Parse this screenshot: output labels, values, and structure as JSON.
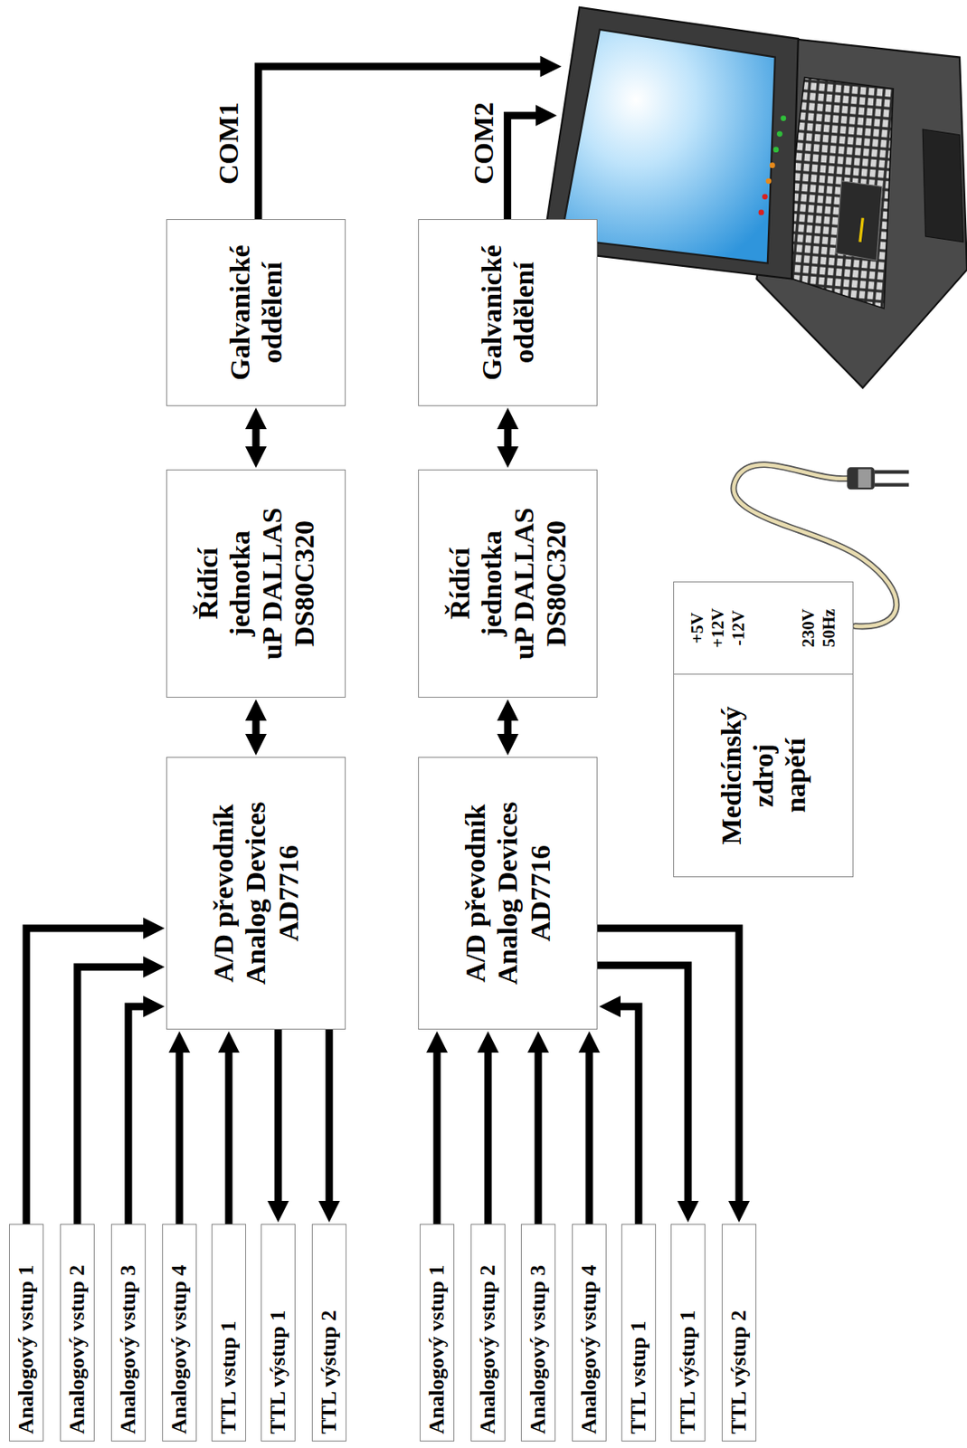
{
  "diagram": {
    "nodes": [
      {
        "text": [
          "Analogový vstup 1"
        ]
      },
      {
        "text": [
          "Analogový vstup 2"
        ]
      },
      {
        "text": [
          "Analogový vstup 3"
        ]
      },
      {
        "text": [
          "Analogový vstup 4"
        ]
      },
      {
        "text": [
          "TTL vstup 1"
        ]
      },
      {
        "text": [
          "TTL výstup 1"
        ]
      },
      {
        "text": [
          "TTL výstup 2"
        ]
      },
      {
        "text": [
          "A/D převodník Analog Devices AD7716"
        ]
      },
      {
        "text": [
          "Řídící jednotka uP DALLAS DS80C320"
        ]
      },
      {
        "text": [
          "Galvanické oddělení"
        ]
      },
      {
        "text": [
          "Analogový vstup 1"
        ]
      },
      {
        "text": [
          "Analogový vstup 2"
        ]
      },
      {
        "text": [
          "Analogový vstup 3"
        ]
      },
      {
        "text": [
          "Analogový vstup 4"
        ]
      },
      {
        "text": [
          "TTL vstup 1"
        ]
      },
      {
        "text": [
          "TTL výstup 1"
        ]
      },
      {
        "text": [
          "TTL výstup 2"
        ]
      },
      {
        "text": [
          "A/D převodník Analog Devices AD7716"
        ]
      },
      {
        "text": [
          "Řídící jednotka uP DALLAS DS80C320"
        ]
      },
      {
        "text": [
          "Galvanické oddělení"
        ]
      },
      {
        "text": [
          "Medicínský zdroj napětí"
        ]
      },
      {
        "text": [
          "+5V +12V -12V",
          "230V 50Hz"
        ]
      }
    ],
    "edges": [
      {
        "from": 0,
        "to": 7,
        "arrow": "to"
      },
      {
        "from": 1,
        "to": 7,
        "arrow": "to"
      },
      {
        "from": 2,
        "to": 7,
        "arrow": "to"
      },
      {
        "from": 3,
        "to": 7,
        "arrow": "to"
      },
      {
        "from": 4,
        "to": 7,
        "arrow": "to"
      },
      {
        "from": 7,
        "to": 5,
        "arrow": "to"
      },
      {
        "from": 7,
        "to": 6,
        "arrow": "to"
      },
      {
        "from": 7,
        "to": 8,
        "arrow": "both"
      },
      {
        "from": 8,
        "to": 9,
        "arrow": "both"
      },
      {
        "from": 10,
        "to": 17,
        "arrow": "to"
      },
      {
        "from": 11,
        "to": 17,
        "arrow": "to"
      },
      {
        "from": 12,
        "to": 17,
        "arrow": "to"
      },
      {
        "from": 13,
        "to": 17,
        "arrow": "to"
      },
      {
        "from": 14,
        "to": 17,
        "arrow": "to"
      },
      {
        "from": 17,
        "to": 15,
        "arrow": "to"
      },
      {
        "from": 17,
        "to": 16,
        "arrow": "to"
      },
      {
        "from": 17,
        "to": 18,
        "arrow": "both"
      },
      {
        "from": 18,
        "to": 19,
        "arrow": "both"
      }
    ],
    "labels": [
      "COM1",
      "COM2"
    ]
  }
}
